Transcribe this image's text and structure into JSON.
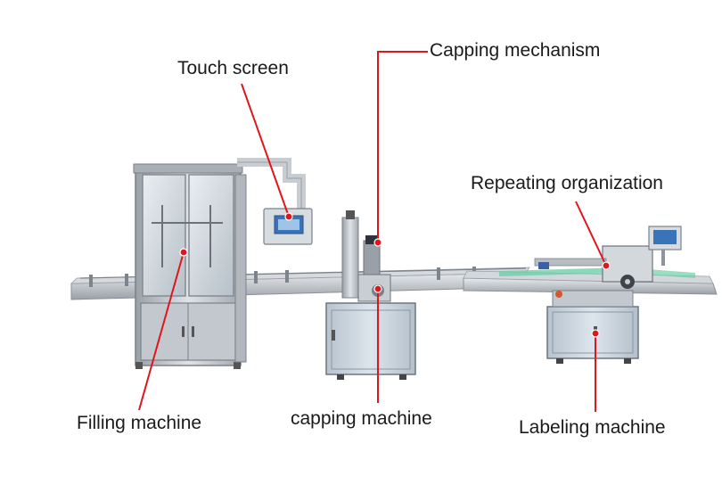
{
  "labels": {
    "touch_screen": "Touch screen",
    "capping_mechanism": "Capping mechanism",
    "repeating_organization": "Repeating organization",
    "filling_machine": "Filling machine",
    "capping_machine": "capping machine",
    "labeling_machine": "Labeling machine"
  },
  "colors": {
    "leader_line": "#e0161d",
    "steel": "#b9bec4",
    "steel_dark": "#8e949b",
    "cabinet": "#c9d3dc",
    "screen": "#3a74b8"
  }
}
